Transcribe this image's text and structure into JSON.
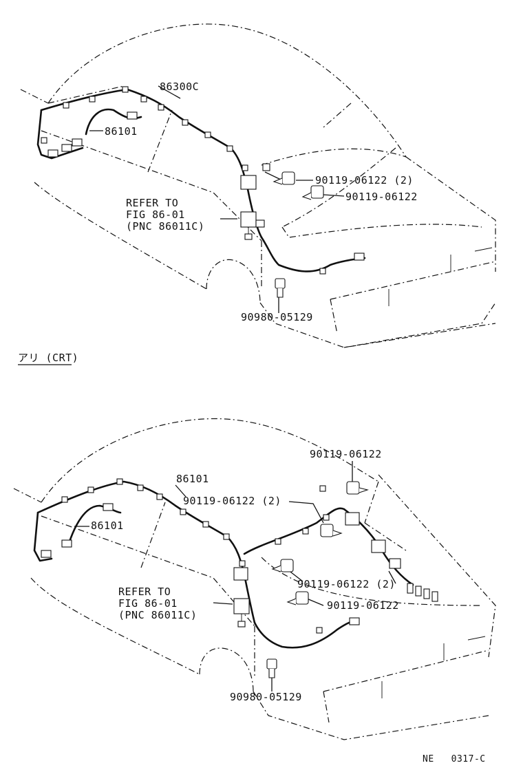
{
  "top": {
    "labels": {
      "p86300c": "86300C",
      "p86101": "86101",
      "p90119a": "90119-06122 (2)",
      "p90119b": "90119-06122",
      "p90980": "90980-05129"
    },
    "refer": [
      "REFER TO",
      "FIG 86-01",
      "(PNC 86011C)"
    ]
  },
  "section_label": "アリ (CRT)",
  "bottom": {
    "labels": {
      "p90119top": "90119-06122",
      "p86101a": "86101",
      "p90119_2a": "90119-06122 (2)",
      "p86101b": "86101",
      "p90119_2b": "90119-06122 (2)",
      "p90119c": "90119-06122",
      "p90980": "90980-05129"
    },
    "refer": [
      "REFER TO",
      "FIG 86-01",
      "(PNC 86011C)"
    ]
  },
  "footer": {
    "code_prefix": "NE",
    "code": "0317-C"
  }
}
